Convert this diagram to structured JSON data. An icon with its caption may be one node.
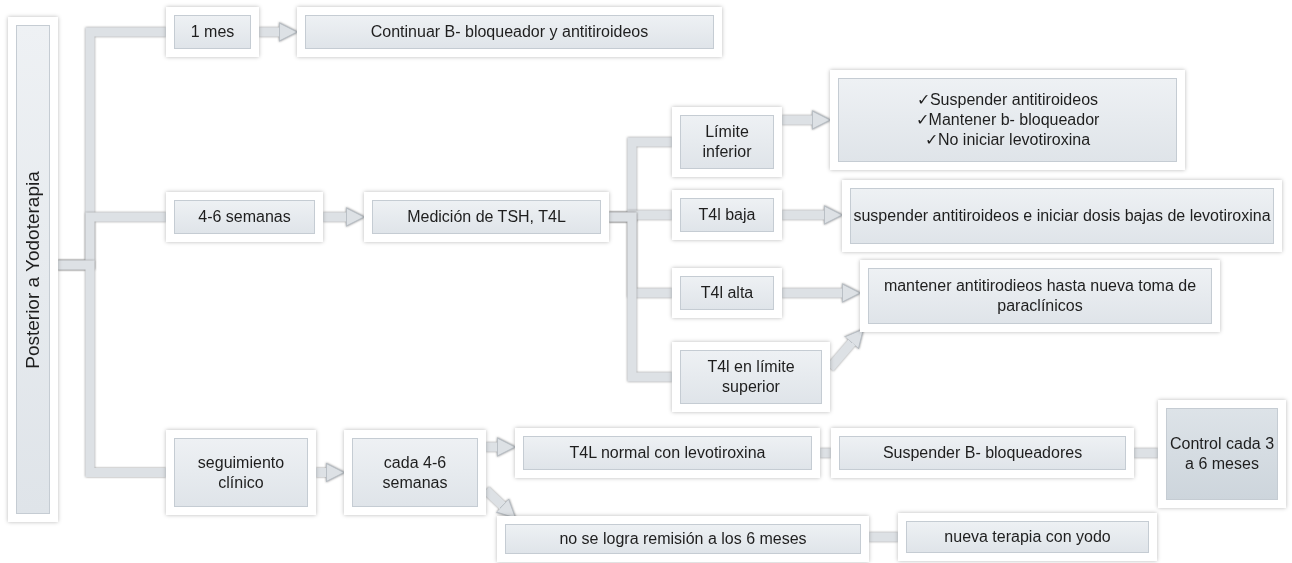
{
  "diagram": {
    "nodes": [
      {
        "text": [
          "Posterior a Yodoterapia"
        ]
      },
      {
        "text": [
          "1 mes"
        ]
      },
      {
        "text": [
          "Continuar B- bloqueador y antitiroideos"
        ]
      },
      {
        "text": [
          "4-6 semanas"
        ]
      },
      {
        "text": [
          "Medición de TSH, T4L"
        ]
      },
      {
        "text": [
          "Límite inferior"
        ]
      },
      {
        "text": [
          "✓Suspender antitiroideos",
          "✓Mantener b- bloqueador",
          "✓No iniciar levotiroxina"
        ]
      },
      {
        "text": [
          "T4l baja"
        ]
      },
      {
        "text": [
          "suspender antitiroideos e iniciar dosis bajas de levotiroxina"
        ]
      },
      {
        "text": [
          "T4l alta"
        ]
      },
      {
        "text": [
          "mantener antitirodieos hasta nueva toma de paraclínicos"
        ]
      },
      {
        "text": [
          "T4l en límite superior"
        ]
      },
      {
        "text": [
          "seguimiento clínico"
        ]
      },
      {
        "text": [
          "cada 4-6 semanas"
        ]
      },
      {
        "text": [
          "T4L normal con levotiroxina"
        ]
      },
      {
        "text": [
          "Suspender B- bloqueadores"
        ]
      },
      {
        "text": [
          "Control cada 3 a 6 meses"
        ]
      },
      {
        "text": [
          "no se logra remisión a los 6 meses"
        ]
      },
      {
        "text": [
          "nueva terapia con yodo"
        ]
      }
    ],
    "edges": [
      {
        "from": 0,
        "to": 1,
        "arrow": "none"
      },
      {
        "from": 0,
        "to": 3,
        "arrow": "none"
      },
      {
        "from": 0,
        "to": 12,
        "arrow": "none"
      },
      {
        "from": 1,
        "to": 2,
        "arrow": "to"
      },
      {
        "from": 3,
        "to": 4,
        "arrow": "to"
      },
      {
        "from": 4,
        "to": 5,
        "arrow": "none"
      },
      {
        "from": 4,
        "to": 7,
        "arrow": "none"
      },
      {
        "from": 4,
        "to": 9,
        "arrow": "none"
      },
      {
        "from": 4,
        "to": 11,
        "arrow": "none"
      },
      {
        "from": 5,
        "to": 6,
        "arrow": "to"
      },
      {
        "from": 7,
        "to": 8,
        "arrow": "to"
      },
      {
        "from": 9,
        "to": 10,
        "arrow": "to"
      },
      {
        "from": 11,
        "to": 10,
        "arrow": "to"
      },
      {
        "from": 12,
        "to": 13,
        "arrow": "to"
      },
      {
        "from": 13,
        "to": 14,
        "arrow": "to"
      },
      {
        "from": 13,
        "to": 17,
        "arrow": "to"
      },
      {
        "from": 14,
        "to": 15,
        "arrow": "none"
      },
      {
        "from": 15,
        "to": 16,
        "arrow": "none"
      },
      {
        "from": 17,
        "to": 18,
        "arrow": "none"
      }
    ]
  }
}
